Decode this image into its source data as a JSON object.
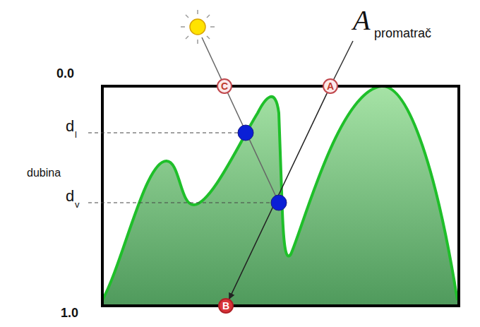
{
  "diagram": {
    "nodes": [
      {
        "text": [
          "C"
        ]
      },
      {
        "text": [
          "A"
        ]
      },
      {
        "text": [
          "B"
        ]
      }
    ],
    "edges": [
      {
        "from": 1,
        "to": 2,
        "arrow": "to"
      }
    ],
    "labels": [
      "A",
      "promatrač",
      "0.0",
      "d",
      "l",
      "dubina",
      "d",
      "v",
      "1.0"
    ]
  }
}
